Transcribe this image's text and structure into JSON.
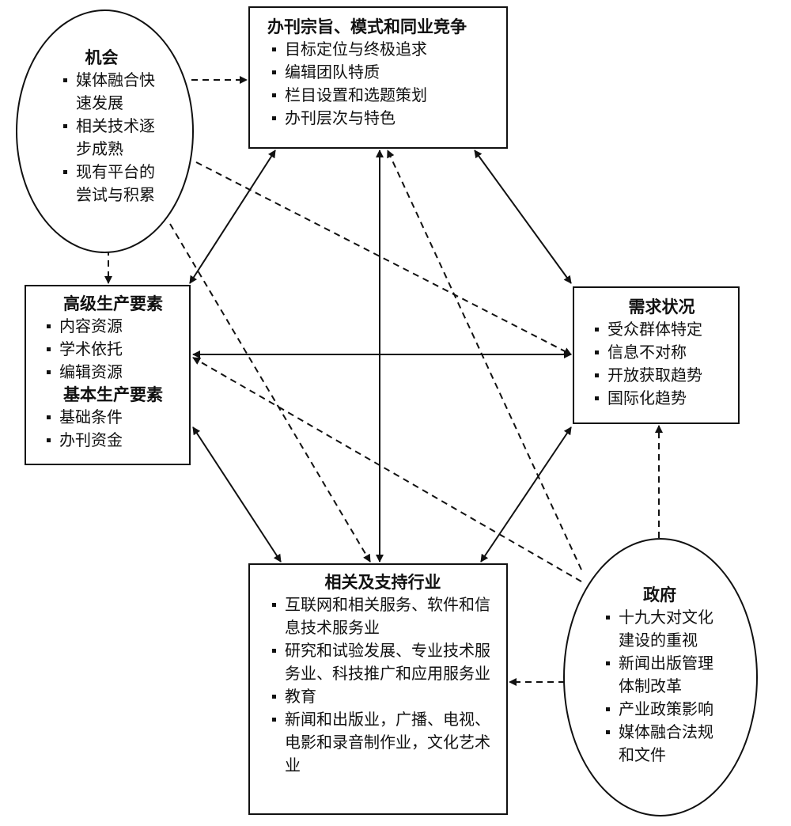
{
  "strategy": {
    "title": "办刊宗旨、模式和同业竞争",
    "items": [
      "目标定位与终极追求",
      "编辑团队特质",
      "栏目设置和选题策划",
      "办刊层次与特色"
    ]
  },
  "opportunity": {
    "title": "机会",
    "items": [
      "媒体融合快速发展",
      "相关技术逐步成熟",
      "现有平台的尝试与积累"
    ]
  },
  "factors": {
    "advanced_title": "高级生产要素",
    "advanced_items": [
      "内容资源",
      "学术依托",
      "编辑资源"
    ],
    "basic_title": "基本生产要素",
    "basic_items": [
      "基础条件",
      "办刊资金"
    ]
  },
  "demand": {
    "title": "需求状况",
    "items": [
      "受众群体特定",
      "信息不对称",
      "开放获取趋势",
      "国际化趋势"
    ]
  },
  "related": {
    "title": "相关及支持行业",
    "items": [
      "互联网和相关服务、软件和信息技术服务业",
      "研究和试验发展、专业技术服务业、科技推广和应用服务业",
      "教育",
      "新闻和出版业，广播、电视、电影和录音制作业，文化艺术业"
    ]
  },
  "government": {
    "title": "政府",
    "items": [
      "十九大对文化建设的重视",
      "新闻出版管理体制改革",
      "产业政策影响",
      "媒体融合法规和文件"
    ]
  }
}
